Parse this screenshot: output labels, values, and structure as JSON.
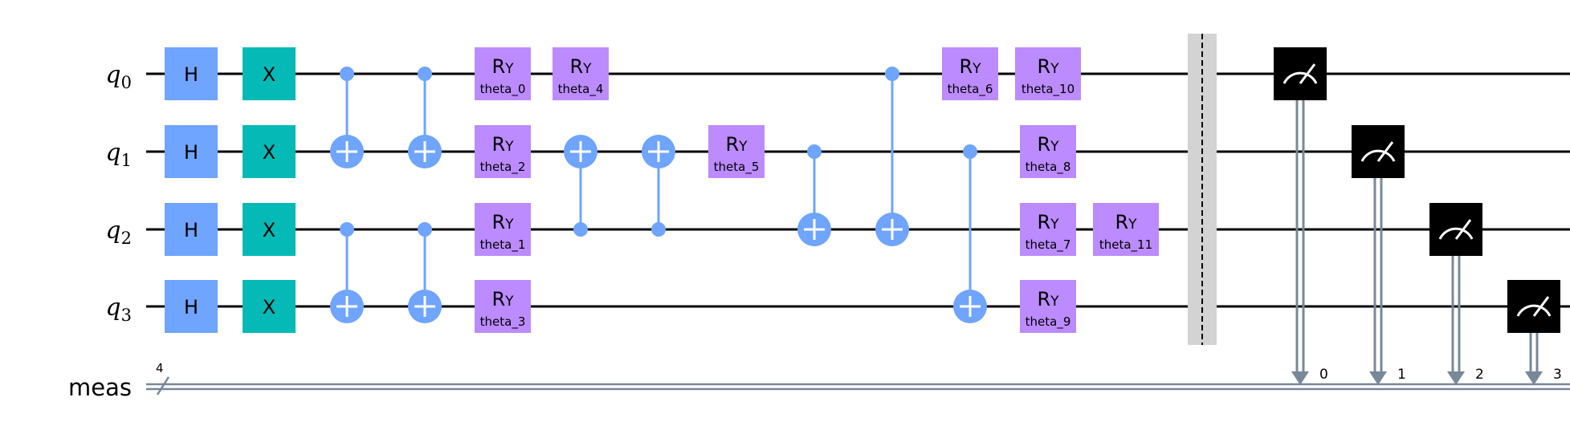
{
  "qubits": [
    {
      "name": "q",
      "index": "0"
    },
    {
      "name": "q",
      "index": "1"
    },
    {
      "name": "q",
      "index": "2"
    },
    {
      "name": "q",
      "index": "3"
    }
  ],
  "classical_register": {
    "label": "meas",
    "width": "4"
  },
  "gates": [
    {
      "type": "H",
      "label": "H",
      "qubit": 0,
      "step": 0
    },
    {
      "type": "H",
      "label": "H",
      "qubit": 1,
      "step": 0
    },
    {
      "type": "H",
      "label": "H",
      "qubit": 2,
      "step": 0
    },
    {
      "type": "H",
      "label": "H",
      "qubit": 3,
      "step": 0
    },
    {
      "type": "X",
      "label": "X",
      "qubit": 0,
      "step": 1
    },
    {
      "type": "X",
      "label": "X",
      "qubit": 1,
      "step": 1
    },
    {
      "type": "X",
      "label": "X",
      "qubit": 2,
      "step": 1
    },
    {
      "type": "X",
      "label": "X",
      "qubit": 3,
      "step": 1
    },
    {
      "type": "CX",
      "control": 0,
      "target": 1,
      "step": 2
    },
    {
      "type": "CX",
      "control": 2,
      "target": 3,
      "step": 2
    },
    {
      "type": "CX",
      "control": 0,
      "target": 1,
      "step": 3
    },
    {
      "type": "CX",
      "control": 2,
      "target": 3,
      "step": 3
    },
    {
      "type": "RY",
      "label": "R",
      "sub": "Y",
      "param": "theta_0",
      "qubit": 0,
      "step": 4
    },
    {
      "type": "RY",
      "label": "R",
      "sub": "Y",
      "param": "theta_2",
      "qubit": 1,
      "step": 4
    },
    {
      "type": "RY",
      "label": "R",
      "sub": "Y",
      "param": "theta_1",
      "qubit": 2,
      "step": 4
    },
    {
      "type": "RY",
      "label": "R",
      "sub": "Y",
      "param": "theta_3",
      "qubit": 3,
      "step": 4
    },
    {
      "type": "RY",
      "label": "R",
      "sub": "Y",
      "param": "theta_4",
      "qubit": 0,
      "step": 5
    },
    {
      "type": "CX",
      "control": 2,
      "target": 1,
      "step": 5
    },
    {
      "type": "CX",
      "control": 2,
      "target": 1,
      "step": 6
    },
    {
      "type": "RY",
      "label": "R",
      "sub": "Y",
      "param": "theta_5",
      "qubit": 1,
      "step": 7
    },
    {
      "type": "CX",
      "control": 1,
      "target": 2,
      "step": 8
    },
    {
      "type": "CX",
      "control": 0,
      "target": 2,
      "step": 9
    },
    {
      "type": "CX",
      "control": 1,
      "target": 3,
      "step": 10
    },
    {
      "type": "RY",
      "label": "R",
      "sub": "Y",
      "param": "theta_6",
      "qubit": 0,
      "step": 10
    },
    {
      "type": "RY",
      "label": "R",
      "sub": "Y",
      "param": "theta_10",
      "qubit": 0,
      "step": 11
    },
    {
      "type": "RY",
      "label": "R",
      "sub": "Y",
      "param": "theta_8",
      "qubit": 1,
      "step": 11
    },
    {
      "type": "RY",
      "label": "R",
      "sub": "Y",
      "param": "theta_7",
      "qubit": 2,
      "step": 11
    },
    {
      "type": "RY",
      "label": "R",
      "sub": "Y",
      "param": "theta_9",
      "qubit": 3,
      "step": 11
    },
    {
      "type": "RY",
      "label": "R",
      "sub": "Y",
      "param": "theta_11",
      "qubit": 2,
      "step": 12
    }
  ],
  "barrier": {
    "after_step": 12
  },
  "measurements": [
    {
      "qubit": 0,
      "clbit": "0",
      "step": 14
    },
    {
      "qubit": 1,
      "clbit": "1",
      "step": 15
    },
    {
      "qubit": 2,
      "clbit": "2",
      "step": 16
    },
    {
      "qubit": 3,
      "clbit": "3",
      "step": 17
    }
  ],
  "colors": {
    "h_gate": "#6FA4FF",
    "x_gate": "#05BAB6",
    "ry_gate": "#BB8BFF",
    "cx": "#6FA4FF",
    "measure": "#000000",
    "barrier": "#D3D3D3",
    "classical_wire": "#778899",
    "wire": "#000000"
  }
}
